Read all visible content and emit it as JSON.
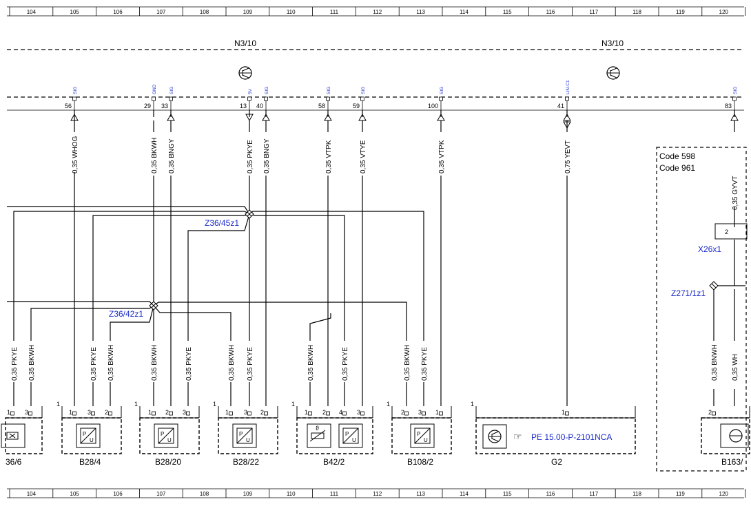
{
  "ruler": {
    "labels": [
      "104",
      "105",
      "106",
      "107",
      "108",
      "109",
      "110",
      "111",
      "112",
      "113",
      "114",
      "115",
      "116",
      "117",
      "118",
      "119",
      "120"
    ]
  },
  "module_labels": [
    "N3/10",
    "N3/10"
  ],
  "connector_pins": [
    {
      "tag": "SIG",
      "num": "56"
    },
    {
      "tag": "GND",
      "num": "29"
    },
    {
      "tag": "SIG",
      "num": "33"
    },
    {
      "tag": "5V",
      "num": "13"
    },
    {
      "tag": "SIG",
      "num": "40"
    },
    {
      "tag": "SIG",
      "num": "58"
    },
    {
      "tag": "SIG",
      "num": "59"
    },
    {
      "tag": "SIG",
      "num": "100"
    },
    {
      "tag": "LIN-C1",
      "num": "41"
    },
    {
      "tag": "SIG",
      "num": "83"
    }
  ],
  "wire_labels_top": [
    "0,35 WHOG",
    "0,35 BKWH",
    "0,35 BNGY",
    "0,35 PKYE",
    "0,35 BNGY",
    "0,35 VTPK",
    "0,35 VTYE",
    "0,35 VTPK",
    "0,75 YEVT",
    "0,35 GYVT"
  ],
  "wire_labels_bottom": [
    "0,35 PKYE",
    "0,35 BKWH",
    "0,35 PKYE",
    "0,35 BKWH",
    "0,35 BKWH",
    "0,35 PKYE",
    "0,35 BKWH",
    "0,35 PKYE",
    "0,35 BKWH",
    "0,35 PKYE",
    "0,35 BKWH",
    "0,35 PKYE",
    "0,35 BNWH",
    "0,35 WH"
  ],
  "splices": [
    "Z36/45z1",
    "Z36/42z1",
    "Z271/1z1"
  ],
  "connector_label": "X26x1",
  "connector_pin": "2",
  "codes": [
    "Code 598",
    "Code 961"
  ],
  "components": [
    "36/6",
    "B28/4",
    "B28/20",
    "B28/22",
    "B42/2",
    "B108/2",
    "G2",
    "B163/"
  ],
  "component_pins": [
    [
      "1",
      "3"
    ],
    [
      "1",
      "1",
      "3",
      "2"
    ],
    [
      "1",
      "1",
      "2",
      "3"
    ],
    [
      "1",
      "1",
      "3",
      "2"
    ],
    [
      "1",
      "1",
      "2",
      "4",
      "3"
    ],
    [
      "1",
      "2",
      "3",
      "1"
    ],
    [
      "1",
      "1"
    ],
    [
      "2"
    ]
  ],
  "reference": "PE 15.00-P-2101NCA",
  "colors": {
    "line": "#000000",
    "label_blue": "#1c2cc8"
  }
}
